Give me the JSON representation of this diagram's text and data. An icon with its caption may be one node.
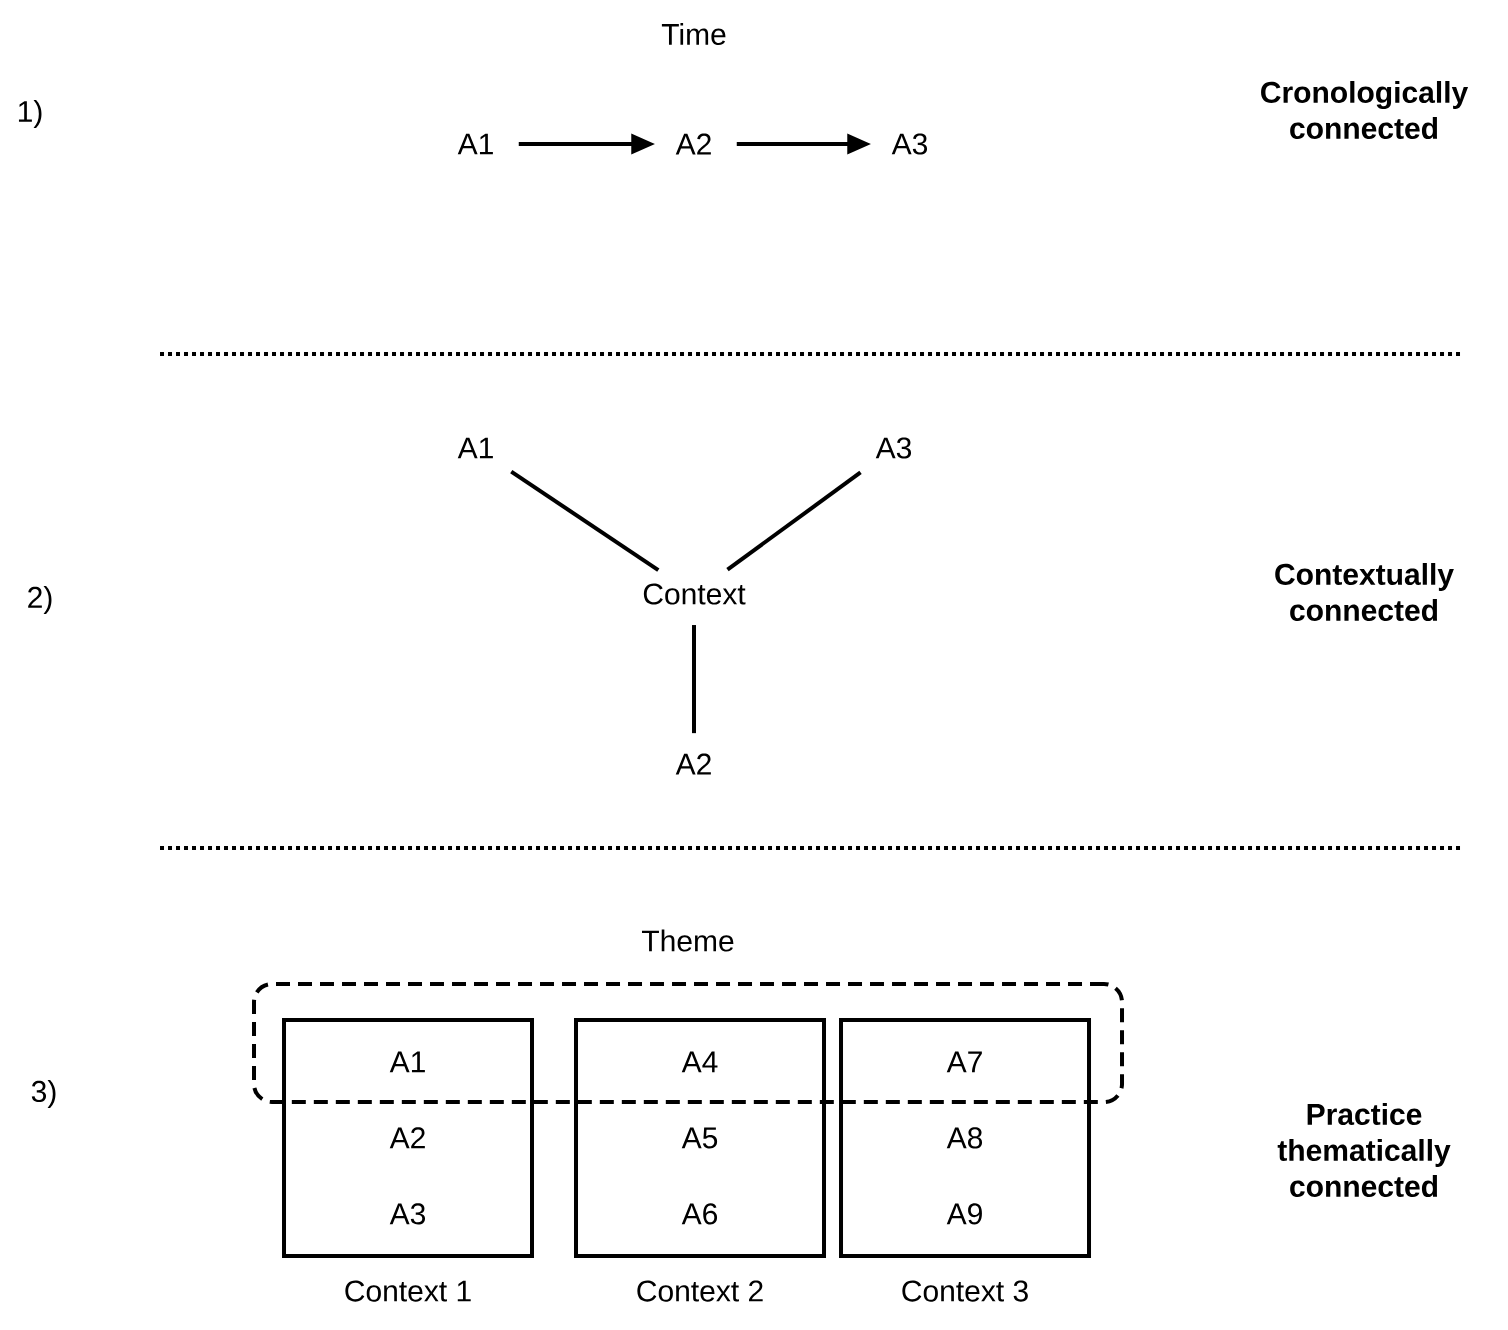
{
  "diagram": {
    "nodes": [
      {
        "text": [
          "A1"
        ]
      },
      {
        "text": [
          "A2"
        ]
      },
      {
        "text": [
          "A3"
        ]
      },
      {
        "text": [
          "A1"
        ]
      },
      {
        "text": [
          "A3"
        ]
      },
      {
        "text": [
          "Context"
        ]
      },
      {
        "text": [
          "A2"
        ]
      },
      {
        "text": [
          "Theme"
        ]
      },
      {
        "text": [
          "A1",
          "A2",
          "A3"
        ],
        "beside": [
          "Context 1"
        ]
      },
      {
        "text": [
          "A4",
          "A5",
          "A6"
        ],
        "beside": [
          "Context 2"
        ]
      },
      {
        "text": [
          "A7",
          "A8",
          "A9"
        ],
        "beside": [
          "Context 3"
        ]
      }
    ],
    "edges": [
      {
        "from": 0,
        "to": 1,
        "arrow": "to"
      },
      {
        "from": 1,
        "to": 2,
        "arrow": "to"
      },
      {
        "from": 3,
        "to": 5,
        "arrow": "none"
      },
      {
        "from": 4,
        "to": 5,
        "arrow": "none"
      },
      {
        "from": 5,
        "to": 6,
        "arrow": "none"
      }
    ],
    "labels": [
      "Time",
      "1)",
      "Cronologically connected",
      "2)",
      "Contextually connected",
      "3)",
      "Practice thematically connected"
    ]
  }
}
